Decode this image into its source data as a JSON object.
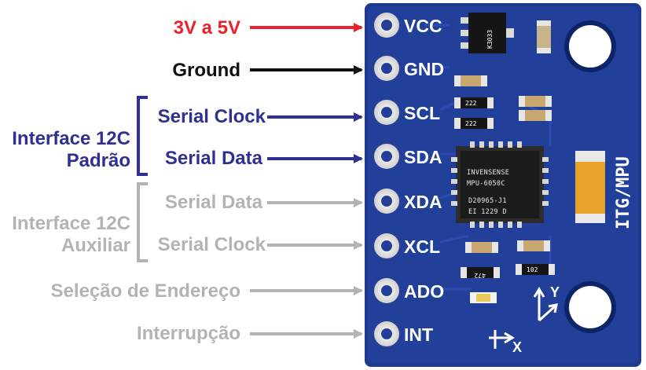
{
  "colors": {
    "power": "#e8212b",
    "ground": "#111111",
    "primary_i2c": "#2e3192",
    "aux": "#b3b3b3",
    "board": "#1f3a8f"
  },
  "labels": {
    "power": "3V a 5V",
    "ground": "Ground",
    "scl": "Serial Clock",
    "sda": "Serial Data",
    "xda": "Serial Data",
    "xcl": "Serial Clock",
    "ado": "Seleção de Endereço",
    "int": "Interrupção"
  },
  "groups": {
    "primary_line1": "Interface 12C",
    "primary_line2": "Padrão",
    "aux_line1": "Interface 12C",
    "aux_line2": "Auxiliar"
  },
  "pins": [
    "VCC",
    "GND",
    "SCL",
    "SDA",
    "XDA",
    "XCL",
    "ADO",
    "INT"
  ],
  "board": {
    "model": "ITG/MPU",
    "chip_line1": "INVENSENSE",
    "chip_line2": "MPU-6050C",
    "chip_line3": "D20965-J1",
    "chip_line4": "EI 1229 D",
    "regulator": "K3033",
    "res_a": "222",
    "res_b": "222",
    "res_c": "472",
    "res_d": "102",
    "axis_x": "X",
    "axis_y": "Y"
  }
}
